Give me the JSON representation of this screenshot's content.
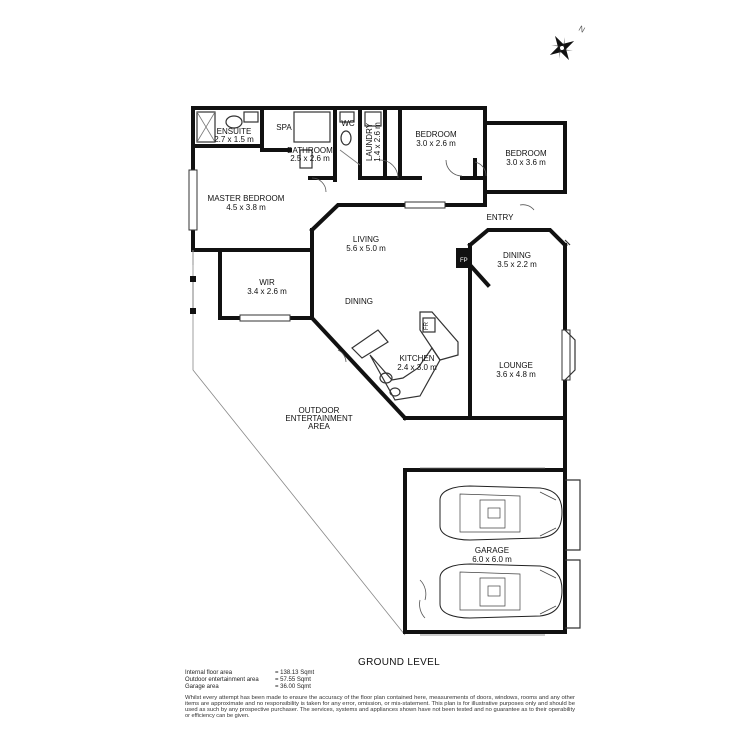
{
  "plan_title": "GROUND LEVEL",
  "rooms": {
    "ensuite": {
      "name": "ENSUITE",
      "size": "2.7 x 1.5 m"
    },
    "spa": {
      "name": "SPA"
    },
    "bathroom": {
      "name": "BATHROOM",
      "size": "2.5 x 2.6 m"
    },
    "wc": {
      "name": "WC"
    },
    "laundry": {
      "name": "LAUNDRY",
      "size": "1.4 x 2.6 m"
    },
    "bedroom_2": {
      "name": "BEDROOM",
      "size": "3.0 x 2.6 m"
    },
    "bedroom_3": {
      "name": "BEDROOM",
      "size": "3.0 x 3.6 m"
    },
    "master_bedroom": {
      "name": "MASTER BEDROOM",
      "size": "4.5 x 3.8 m"
    },
    "entry": {
      "name": "ENTRY"
    },
    "living": {
      "name": "LIVING",
      "size": "5.6 x 5.0 m"
    },
    "fp": {
      "name": "FP"
    },
    "dining_east": {
      "name": "DINING",
      "size": "3.5 x 2.2 m"
    },
    "wir": {
      "name": "WIR",
      "size": "3.4 x 2.6 m"
    },
    "dining_central": {
      "name": "DINING"
    },
    "fr": {
      "name": "FR"
    },
    "kitchen": {
      "name": "KITCHEN",
      "size": "2.4 x 3.0 m"
    },
    "lounge": {
      "name": "LOUNGE",
      "size": "3.6 x 4.8 m"
    },
    "outdoor": {
      "name_line1": "OUTDOOR",
      "name_line2": "ENTERTAINMENT",
      "name_line3": "AREA"
    },
    "garage": {
      "name": "GARAGE",
      "size": "6.0 x 6.0 m"
    }
  },
  "areas": [
    {
      "label": "Internal floor area",
      "value": "= 138.13 Sqmt"
    },
    {
      "label": "Outdoor entertainment area",
      "value": "= 57.55 Sqmt"
    },
    {
      "label": "Garage area",
      "value": "= 36.00 Sqmt"
    }
  ],
  "disclaimer": [
    "Whilst every attempt has been made to ensure the accuracy of the floor plan contained here, measurements of doors, windows, rooms and any other",
    "items are approximate and no responsibility is taken for any error, omission, or mis-statement. This plan is for illustrative purposes only and should be",
    "used as such by any prospective purchaser. The services, systems and appliances shown have not been tested and no guarantee as to their operability",
    "or efficiency can be given."
  ],
  "compass": {
    "label": "N",
    "icon": "compass-rose-icon"
  }
}
